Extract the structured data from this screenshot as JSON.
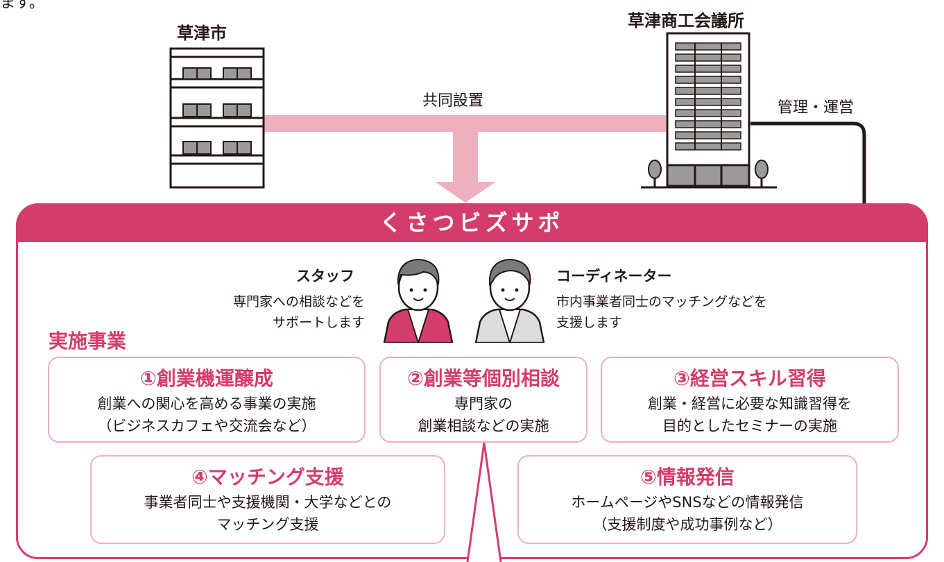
{
  "top_clip_text": "ます。",
  "city": {
    "label": "草津市"
  },
  "chamber": {
    "label": "草津商工会議所"
  },
  "joint_label": "共同設置",
  "manage_label": "管理・運営",
  "colors": {
    "accent": "#d43d6b",
    "link_bar": "#eeb0be",
    "card_border": "#eeb0be",
    "ink": "#231815"
  },
  "panel": {
    "title": "くさつビズサポ"
  },
  "staff": {
    "name": "スタッフ",
    "desc_lines": [
      "専門家への相談などを",
      "サポートします"
    ]
  },
  "coordinator": {
    "name": "コーディネーター",
    "desc_lines": [
      "市内事業者同士のマッチングなどを",
      "支援します"
    ]
  },
  "section_title": "実施事業",
  "programs": [
    {
      "title": "①創業機運醸成",
      "desc_lines": [
        "創業への関心を高める事業の実施",
        "（ビジネスカフェや交流会など）"
      ]
    },
    {
      "title": "②創業等個別相談",
      "desc_lines": [
        "専門家の",
        "創業相談などの実施"
      ]
    },
    {
      "title": "③経営スキル習得",
      "desc_lines": [
        "創業・経営に必要な知識習得を",
        "目的としたセミナーの実施"
      ]
    },
    {
      "title": "④マッチング支援",
      "desc_lines": [
        "事業者同士や支援機関・大学などとの",
        "マッチング支援"
      ]
    },
    {
      "title": "⑤情報発信",
      "desc_lines": [
        "ホームページやSNSなどの情報発信",
        "（支援制度や成功事例など）"
      ]
    }
  ]
}
